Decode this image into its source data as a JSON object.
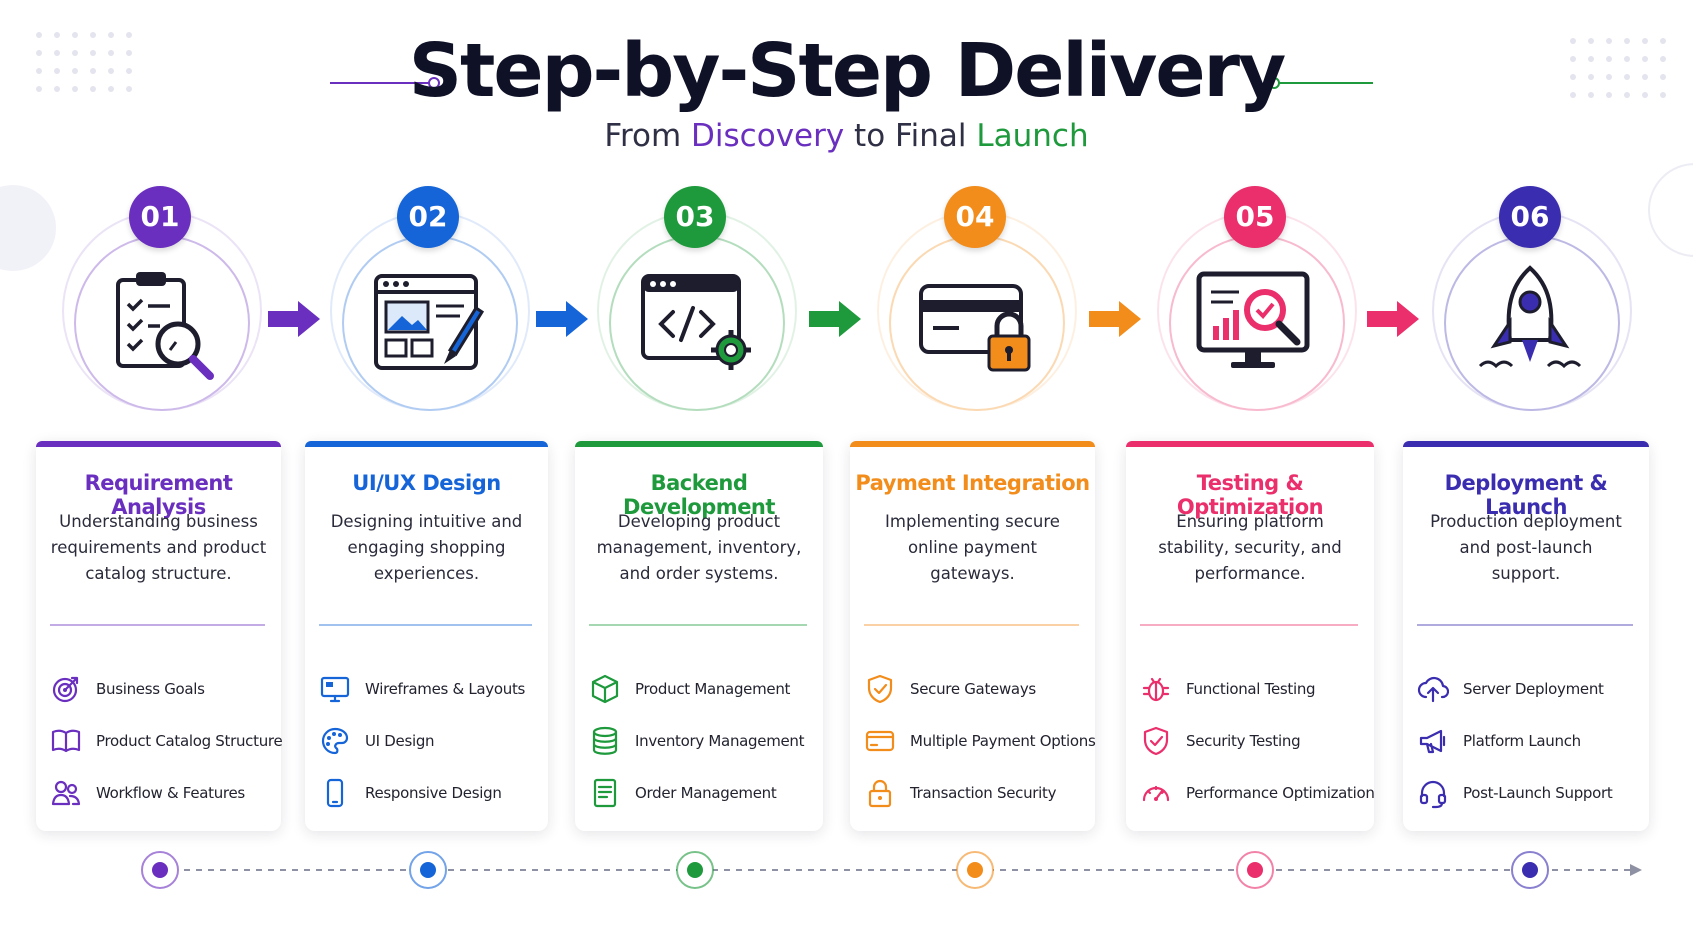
{
  "header": {
    "title": "Step-by-Step Delivery",
    "subtitle_part1": "From ",
    "subtitle_highlight1": "Discovery",
    "subtitle_part2": " to Final ",
    "subtitle_highlight2": "Launch"
  },
  "colors": {
    "purple": "#6a2fbf",
    "blue": "#1565d8",
    "green": "#1e9a3c",
    "orange": "#f28c1b",
    "pink": "#ea2f6c",
    "indigo": "#3a2db0"
  },
  "steps": [
    {
      "number": "01",
      "title": "Requirement Analysis",
      "desc_lines": [
        "Understanding business",
        "requirements and product",
        "catalog structure."
      ],
      "icon": "clipboard-magnifier-icon",
      "features": [
        {
          "label": "Business Goals",
          "icon": "target-icon"
        },
        {
          "label": "Product Catalog Structure",
          "icon": "book-icon"
        },
        {
          "label": "Workflow & Features",
          "icon": "users-icon"
        }
      ]
    },
    {
      "number": "02",
      "title": "UI/UX Design",
      "desc_lines": [
        "Designing intuitive and",
        "engaging shopping",
        "experiences."
      ],
      "icon": "browser-brush-icon",
      "features": [
        {
          "label": "Wireframes & Layouts",
          "icon": "monitor-icon"
        },
        {
          "label": "UI Design",
          "icon": "palette-icon"
        },
        {
          "label": "Responsive Design",
          "icon": "smartphone-icon"
        }
      ]
    },
    {
      "number": "03",
      "title": "Backend Development",
      "desc_lines": [
        "Developing product",
        "management, inventory,",
        "and order systems."
      ],
      "icon": "code-window-gear-icon",
      "features": [
        {
          "label": "Product Management",
          "icon": "box-icon"
        },
        {
          "label": "Inventory Management",
          "icon": "database-icon"
        },
        {
          "label": "Order Management",
          "icon": "document-icon"
        }
      ]
    },
    {
      "number": "04",
      "title": "Payment Integration",
      "desc_lines": [
        "Implementing secure",
        "online payment",
        "gateways."
      ],
      "icon": "credit-card-lock-icon",
      "features": [
        {
          "label": "Secure Gateways",
          "icon": "shield-check-icon"
        },
        {
          "label": "Multiple Payment Options",
          "icon": "card-icon"
        },
        {
          "label": "Transaction Security",
          "icon": "lock-icon"
        }
      ]
    },
    {
      "number": "05",
      "title": "Testing & Optimization",
      "desc_lines": [
        "Ensuring platform",
        "stability, security, and",
        "performance."
      ],
      "icon": "monitor-magnifier-icon",
      "features": [
        {
          "label": "Functional Testing",
          "icon": "bug-icon"
        },
        {
          "label": "Security Testing",
          "icon": "shield-check-icon"
        },
        {
          "label": "Performance Optimization",
          "icon": "gauge-icon"
        }
      ]
    },
    {
      "number": "06",
      "title": "Deployment & Launch",
      "desc_lines": [
        "Production deployment",
        "and post-launch",
        "support."
      ],
      "icon": "rocket-icon",
      "features": [
        {
          "label": "Server Deployment",
          "icon": "cloud-upload-icon"
        },
        {
          "label": "Platform Launch",
          "icon": "megaphone-icon"
        },
        {
          "label": "Post-Launch Support",
          "icon": "headset-icon"
        }
      ]
    }
  ]
}
